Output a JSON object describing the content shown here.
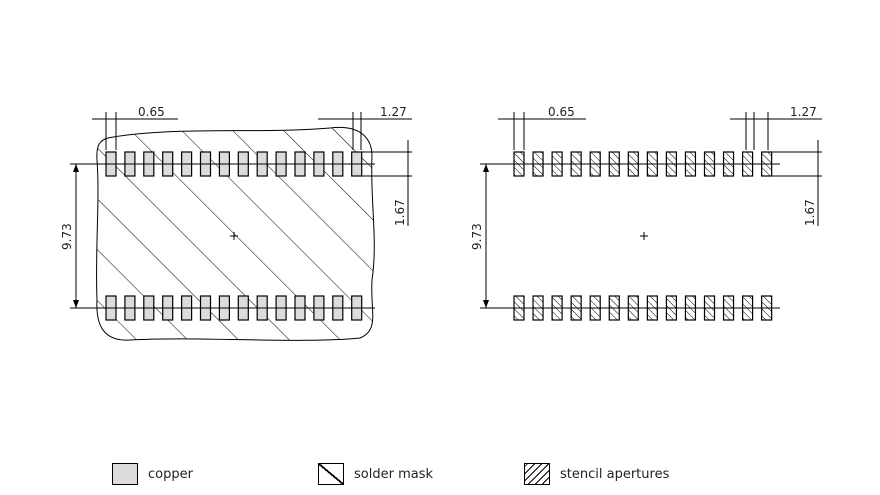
{
  "dimensions": {
    "left": {
      "pitch": "0.65",
      "pad_width": "1.27",
      "row_span": "9.73",
      "pad_height": "1.67"
    },
    "right": {
      "pitch": "0.65",
      "pad_width": "1.27",
      "row_span": "9.73",
      "pad_height": "1.67"
    }
  },
  "pads_per_row": 14,
  "legend": {
    "copper": "copper",
    "solder_mask": "solder mask",
    "stencil": "stencil apertures"
  },
  "colors": {
    "copper": "#dcdcdc",
    "line": "#000000"
  }
}
